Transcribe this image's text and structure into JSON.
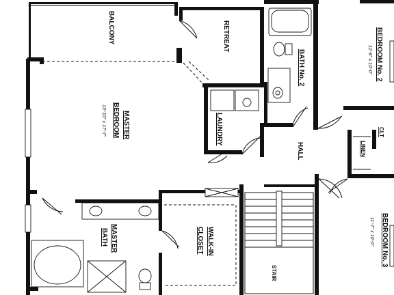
{
  "rooms": {
    "balcony": "BALCONY",
    "retreat": "RETREAT",
    "bath2": "BATH No. 2",
    "bedroom2": "BEDROOM No. 2",
    "bedroom2_dim": "12'-8\" x 10'-0\"",
    "master_bedroom_l1": "MASTER",
    "master_bedroom_l2": "BEDROOM",
    "master_bedroom_dim": "13'-10\" x 17'-7\"",
    "laundry": "LAUNDRY",
    "hall": "HALL",
    "clt": "CLT",
    "linen": "LINEN",
    "walkin_l1": "WALK-IN",
    "walkin_l2": "CLOSET",
    "master_bath_l1": "MASTER",
    "master_bath_l2": "BATH",
    "stair": "STAIR",
    "bedroom3": "BEDROOM No. 3",
    "bedroom3_dim": "11'-7\" x 10'-0\""
  },
  "colors": {
    "ink": "#111111",
    "paper": "#ffffff"
  }
}
